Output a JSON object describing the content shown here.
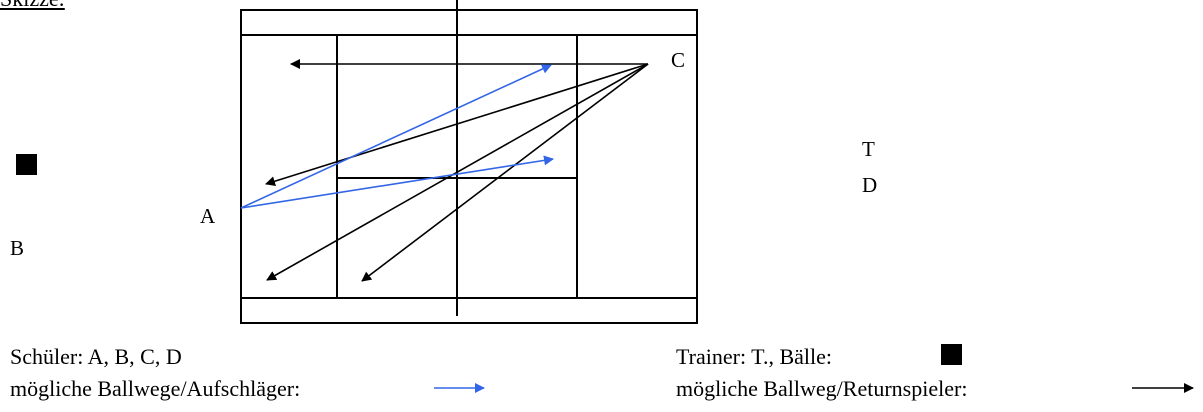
{
  "header": {
    "cut_text": "Skizze:"
  },
  "court_labels": {
    "a": "A",
    "b": "B",
    "c": "C",
    "t": "T",
    "d": "D"
  },
  "legend": {
    "students": "Schüler: A, B, C, D",
    "trainer_balls": "Trainer: T.,  Bälle:",
    "server_paths": "mögliche Ballwege/Aufschläger:",
    "returner_path": "mögliche Ballweg/Returnspieler:"
  },
  "colors": {
    "server_arrow": "#3366e6",
    "returner_arrow": "#000000",
    "ball": "#000000"
  },
  "icons": {
    "ball": "filled-square",
    "server_arrow": "blue-arrow",
    "returner_arrow": "black-arrow"
  }
}
